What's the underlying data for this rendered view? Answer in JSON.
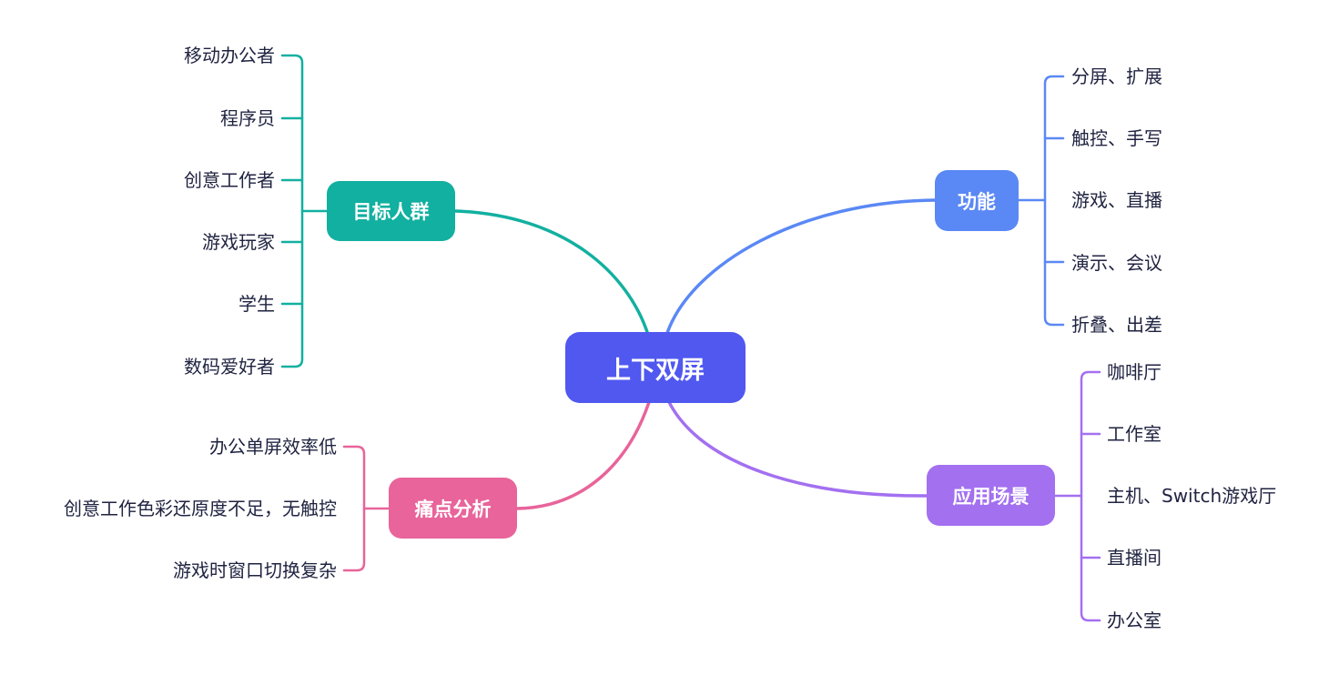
{
  "central": {
    "label": "上下双屏",
    "color": "#5058f0"
  },
  "branches": {
    "target": {
      "label": "目标人群",
      "color": "#12b0a0",
      "items": [
        "移动办公者",
        "程序员",
        "创意工作者",
        "游戏玩家",
        "学生",
        "数码爱好者"
      ]
    },
    "features": {
      "label": "功能",
      "color": "#5a88f5",
      "items": [
        "分屏、扩展",
        "触控、手写",
        "游戏、直播",
        "演示、会议",
        "折叠、出差"
      ]
    },
    "scenes": {
      "label": "应用场景",
      "color": "#a370f0",
      "items": [
        "咖啡厅",
        "工作室",
        "主机、Switch游戏厅",
        "直播间",
        "办公室"
      ]
    },
    "pain": {
      "label": "痛点分析",
      "color": "#e8649a",
      "items": [
        "办公单屏效率低",
        "创意工作色彩还原度不足，无触控",
        "游戏时窗口切换复杂"
      ]
    }
  }
}
